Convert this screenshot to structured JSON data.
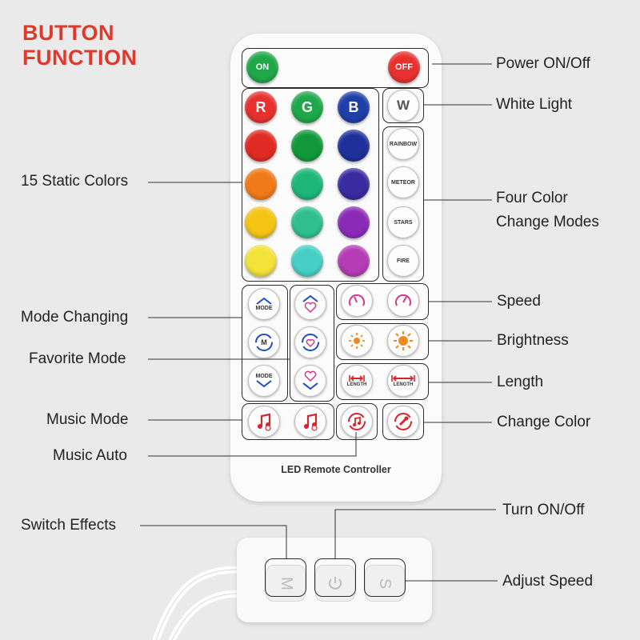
{
  "title": {
    "line1": "BUTTON",
    "line2": "FUNCTION"
  },
  "remote": {
    "on_label": "ON",
    "off_label": "OFF",
    "w_label": "W",
    "rgb": {
      "r": "R",
      "g": "G",
      "b": "B"
    },
    "modes": [
      "RAINBOW",
      "METEOR",
      "STARS",
      "FIRE"
    ],
    "mode_label": "MODE",
    "m_label": "M",
    "length_label": "LENGTH",
    "caption": "LED Remote Controller",
    "colors": {
      "row1": [
        "#e8312f",
        "#1fa84a",
        "#1f3fa8"
      ],
      "row2": [
        "#e02b24",
        "#129a3a",
        "#20309a"
      ],
      "row3": [
        "#f07a1a",
        "#1fb67a",
        "#3a2ba0"
      ],
      "row4": [
        "#f5c516",
        "#2fbf8f",
        "#8a2bb8"
      ],
      "row5": [
        "#f3e23a",
        "#46cfc6",
        "#b43cb4"
      ]
    },
    "accent_blue": "#1e4fc4",
    "accent_pink": "#d23a8a",
    "accent_orange": "#f08a1e",
    "accent_red": "#d9232d"
  },
  "labels": {
    "power": "Power ON/Off",
    "white": "White Light",
    "static": "15 Static Colors",
    "four_modes_1": "Four Color",
    "four_modes_2": "Change Modes",
    "mode_changing": "Mode Changing",
    "speed": "Speed",
    "brightness": "Brightness",
    "favorite": "Favorite Mode",
    "length": "Length",
    "music_mode": "Music Mode",
    "change_color": "Change Color",
    "music_auto": "Music Auto",
    "turn_onoff": "Turn ON/Off",
    "switch_effects": "Switch Effects",
    "adjust_speed": "Adjust Speed"
  },
  "controller": {
    "m": "M",
    "s": "S"
  }
}
